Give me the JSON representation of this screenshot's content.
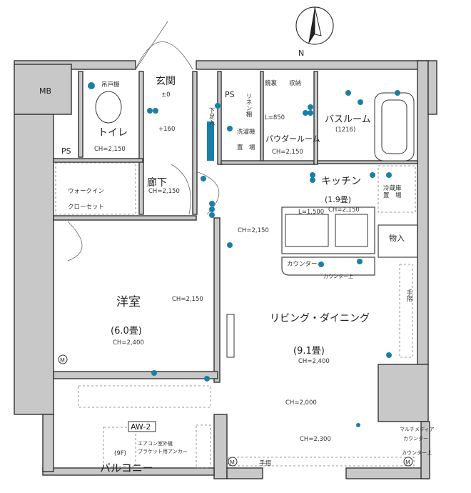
{
  "compass": {
    "label": "N"
  },
  "rooms": {
    "mb": "MB",
    "ps1": "PS",
    "ps2": "PS",
    "toilet": "トイレ",
    "toilet_ch": "CH=2,150",
    "hanging_cabinet": "吊戸棚",
    "entrance": "玄関",
    "entrance_level": "±0",
    "step_level": "+160",
    "shoe_cabinet": "下足入",
    "linen_shelf": "リネン棚",
    "washer_1": "洗濯機",
    "washer_2": "置　場",
    "mirror_storage": "鏡裏　　収納",
    "powder_l": "L=850",
    "powder": "パウダールーム",
    "powder_ch": "CH=2,150",
    "bath": "バスルーム",
    "bath_size": "(1216)",
    "hallway": "廊下",
    "hallway_ch": "CH=2,150",
    "walkin_1": "ウォークイン",
    "walkin_2": "クローセット",
    "kitchen": "キッチン",
    "kitchen_size": "(1.9畳)",
    "kitchen_ch": "CH=2,150",
    "kitchen_l": "L=1,500",
    "fridge_1": "冷蔵庫",
    "fridge_2": "置　場",
    "storage": "物入",
    "ldk_top_ch": "CH=2,150",
    "counter": "カウンター",
    "counter_top": "カウンター上",
    "western": "洋室",
    "western_size": "(6.0畳)",
    "western_ch": "CH=2,400",
    "western_side_ch": "CH=2,150",
    "living": "リビング・ダイニング",
    "living_size": "(9.1畳)",
    "living_ch": "CH=2,400",
    "handrail_side": "手摺",
    "living_ch2": "CH=2,000",
    "living_ch3": "CH=2,300",
    "multimedia_1": "マルチメディア",
    "multimedia_2": "カウンター",
    "multimedia_3": "カウンター上",
    "handrail_bottom": "手摺",
    "window": "AW-2",
    "aircon_1": "エアコン室外機",
    "aircon_2": "ブラケット用アンカー",
    "floor": "(9F)",
    "balcony": "バルコニー",
    "meter": "M"
  },
  "colors": {
    "wall": "#c8c8c8",
    "fixture": "#1a7fa8"
  }
}
